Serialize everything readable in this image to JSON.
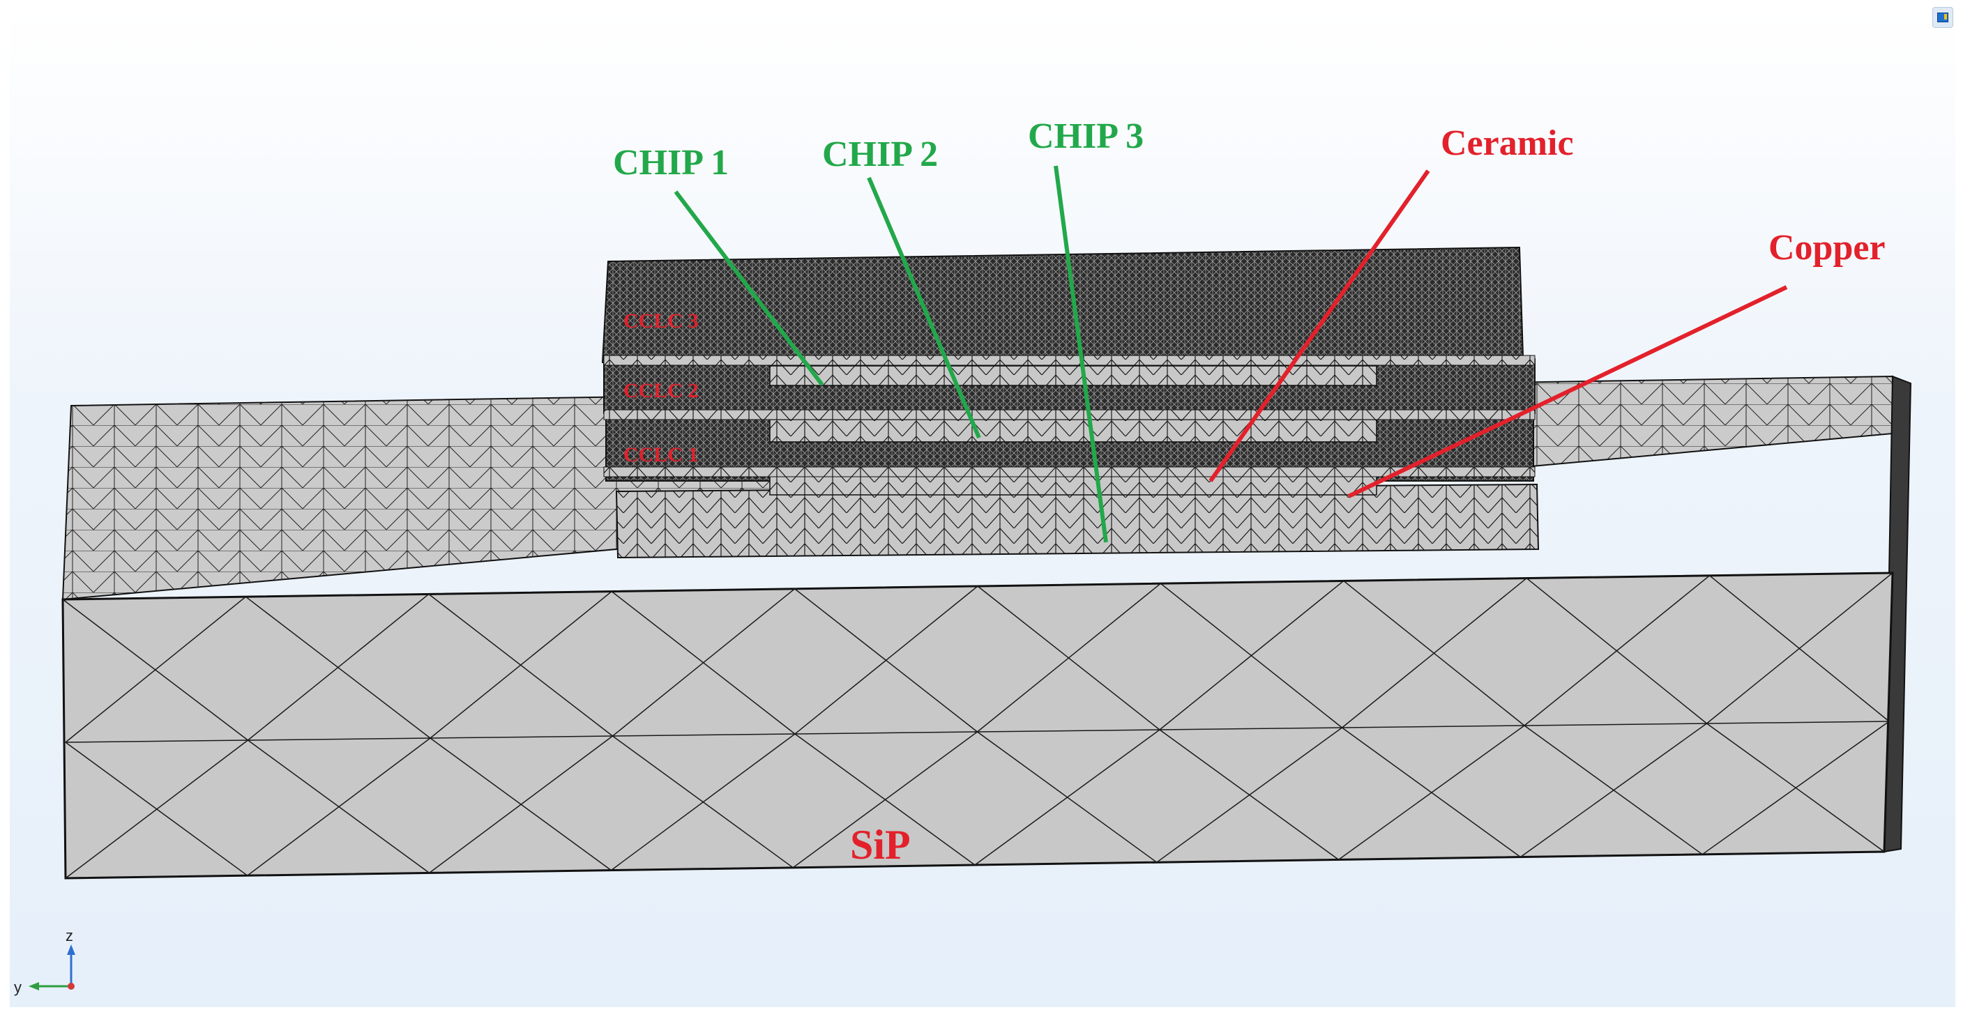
{
  "labels": {
    "chip1": "CHIP 1",
    "chip2": "CHIP 2",
    "chip3": "CHIP 3",
    "ceramic": "Ceramic",
    "copper": "Copper",
    "sip": "SiP",
    "cclc3": "CCLC 3",
    "cclc2": "CCLC 2",
    "cclc1": "CCLC 1"
  },
  "triad": {
    "z": "z",
    "y": "y"
  },
  "colors": {
    "chip_label": "#22a84a",
    "material_label": "#e3212b",
    "mesh_fill": "#c6c6c6",
    "mesh_line": "#1a1a1a",
    "dense_block": "#2d2d2d",
    "axis_z": "#2f6fd0",
    "axis_y": "#2e9e3f",
    "axis_x": "#d23a3a"
  },
  "toolbar": {
    "view_button_icon": "graphics-window-icon"
  }
}
